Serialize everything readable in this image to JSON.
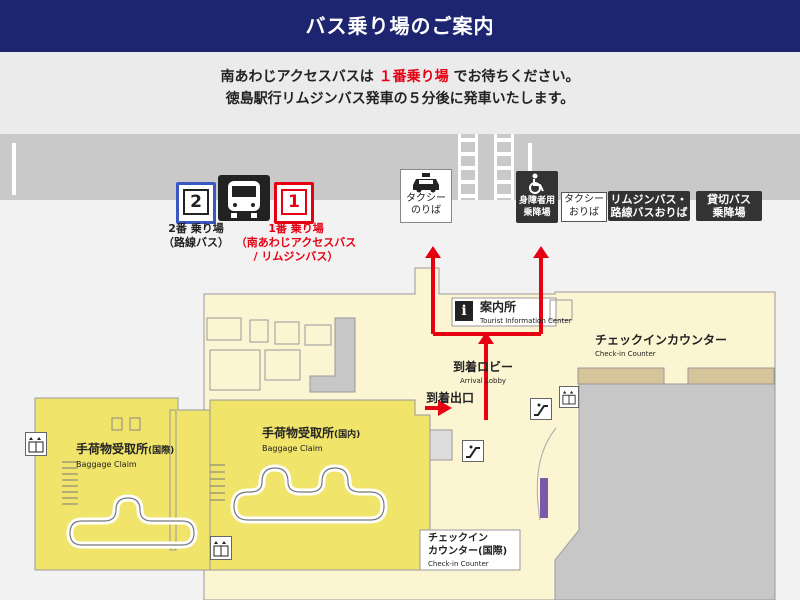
{
  "header": {
    "title": "バス乗り場のご案内"
  },
  "notice": {
    "line1_pre": "南あわじアクセスバスは",
    "line1_highlight": "１番乗り場",
    "line1_post": "でお待ちください。",
    "line2": "徳島駅行リムジンバス発車の５分後に発車いたします。"
  },
  "bus_stops": {
    "stop2": {
      "number": "2",
      "line1": "2番 乗り場",
      "line2": "（路線バス）"
    },
    "stop1": {
      "number": "1",
      "line1": "1番 乗り場",
      "line2": "（南あわじアクセスバス",
      "line3": "/ リムジンバス）"
    }
  },
  "curb_signs": {
    "taxi_line1": "タクシー",
    "taxi_line2": "のりば",
    "accessible_line1": "身障者用",
    "accessible_line2": "乗降場",
    "taxi_dropoff_line1": "タクシー",
    "taxi_dropoff_line2": "おりば",
    "limousine_line1": "リムジンバス・",
    "limousine_line2": "路線バスおりば",
    "charter_line1": "貸切バス",
    "charter_line2": "乗降場"
  },
  "rooms": {
    "info_jp": "案内所",
    "info_en": "Tourist Information Center",
    "checkin_jp": "チェックインカウンター",
    "checkin_en": "Check-in Counter",
    "lobby_jp": "到着ロビー",
    "lobby_en": "Arrival Lobby",
    "exit_jp": "到着出口",
    "baggage_dom_jp": "手荷物受取所",
    "baggage_dom_tag": "(国内)",
    "baggage_dom_en": "Baggage Claim",
    "baggage_intl_jp": "手荷物受取所",
    "baggage_intl_tag": "(国際)",
    "baggage_intl_en": "Baggage Claim",
    "checkin_intl_line1": "チェックイン",
    "checkin_intl_line2": "カウンター(国際)",
    "checkin_intl_en": "Check-in Counter"
  },
  "colors": {
    "header_bg": "#1d2470",
    "highlight_red": "#e60012",
    "terminal_cream": "#fbf5d2",
    "baggage_yellow": "#f0e46a",
    "route_red": "#e60012",
    "stop2_blue": "#3a57c4"
  },
  "icons": [
    "bus-icon",
    "taxi-icon",
    "wheelchair-icon",
    "info-icon",
    "escalator-icon",
    "elevator-icon"
  ]
}
